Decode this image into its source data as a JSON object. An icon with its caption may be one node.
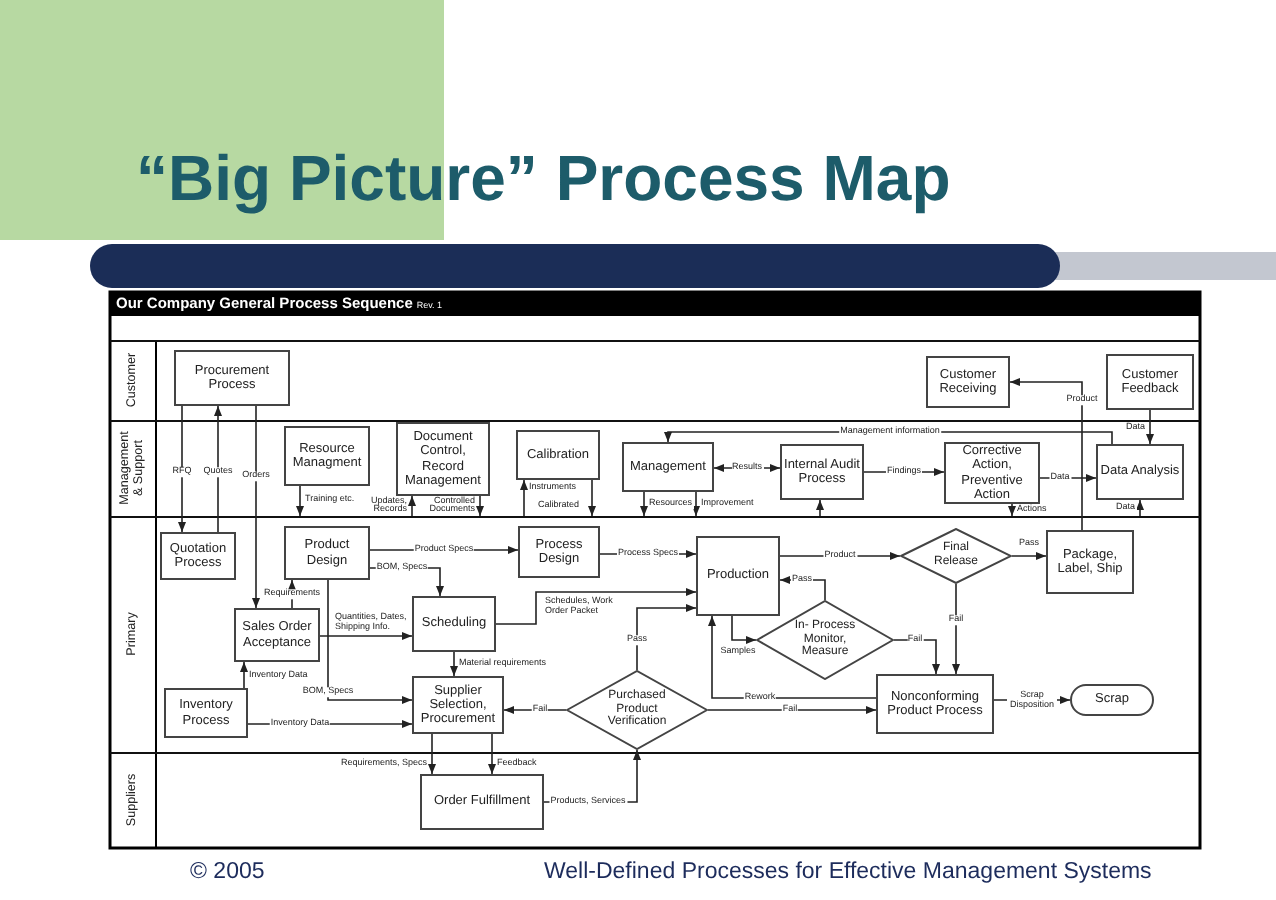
{
  "diagram": {
    "title": "“Big Picture” Process Map",
    "nodes": [
      {
        "text": [
          "Our Company General Process Sequence",
          "Rev. 1"
        ]
      },
      {
        "text": [
          "Customer"
        ]
      },
      {
        "text": [
          "Procurement Process"
        ],
        "in": 1
      },
      {
        "text": [
          "Customer Receiving"
        ],
        "in": 1
      },
      {
        "text": [
          "Customer Feedback"
        ],
        "in": 1
      },
      {
        "text": [
          "Management & Support"
        ]
      },
      {
        "text": [
          "Resource Managment"
        ],
        "in": 5
      },
      {
        "text": [
          "Document Control, Record Management"
        ],
        "in": 5
      },
      {
        "text": [
          "Calibration"
        ],
        "in": 5
      },
      {
        "text": [
          "Management"
        ],
        "in": 5
      },
      {
        "text": [
          "Internal Audit Process"
        ],
        "in": 5
      },
      {
        "text": [
          "Corrective Action, Preventive Action"
        ],
        "in": 5
      },
      {
        "text": [
          "Data Analysis"
        ],
        "in": 5
      },
      {
        "text": [
          "Primary"
        ]
      },
      {
        "text": [
          "Quotation Process"
        ],
        "in": 13
      },
      {
        "text": [
          "Product Design"
        ],
        "in": 13
      },
      {
        "text": [
          "Process Design"
        ],
        "in": 13
      },
      {
        "text": [
          "Production"
        ],
        "in": 13
      },
      {
        "text": [
          "Final Release"
        ],
        "in": 13
      },
      {
        "text": [
          "Package, Label, Ship"
        ],
        "in": 13
      },
      {
        "text": [
          "Sales Order Acceptance"
        ],
        "in": 13
      },
      {
        "text": [
          "Scheduling"
        ],
        "in": 13
      },
      {
        "text": [
          "In- Process Monitor, Measure"
        ],
        "in": 13
      },
      {
        "text": [
          "Inventory Process"
        ],
        "in": 13
      },
      {
        "text": [
          "Supplier Selection, Procurement"
        ],
        "in": 13
      },
      {
        "text": [
          "Purchased Product Verification"
        ],
        "in": 13
      },
      {
        "text": [
          "Nonconforming Product Process"
        ],
        "in": 13
      },
      {
        "text": [
          "Scrap"
        ],
        "in": 13
      },
      {
        "text": [
          "Suppliers"
        ]
      },
      {
        "text": [
          "Order Fulfillment"
        ],
        "in": 28
      }
    ],
    "edges": [
      {
        "from": 2,
        "to": 14,
        "arrow": "to",
        "label": "RFQ"
      },
      {
        "from": 14,
        "to": 2,
        "arrow": "to",
        "label": "Quotes"
      },
      {
        "from": 2,
        "to": 20,
        "arrow": "to",
        "label": "Orders"
      },
      {
        "from": 6,
        "to": 13,
        "arrow": "to",
        "label": "Training etc."
      },
      {
        "from": 13,
        "to": 7,
        "arrow": "to",
        "label": "Updates, Records"
      },
      {
        "from": 7,
        "to": 13,
        "arrow": "to",
        "label": "Controlled Documents"
      },
      {
        "from": 13,
        "to": 8,
        "arrow": "to",
        "label": "Instruments"
      },
      {
        "from": 8,
        "to": 13,
        "arrow": "to",
        "label": "Calibrated"
      },
      {
        "from": 9,
        "to": 13,
        "arrow": "to",
        "label": "Resources"
      },
      {
        "from": 9,
        "to": 13,
        "arrow": "to",
        "label": "Improvement"
      },
      {
        "from": 12,
        "to": 9,
        "arrow": "to",
        "label": "Management information"
      },
      {
        "from": 10,
        "to": 9,
        "arrow": "both",
        "label": "Results"
      },
      {
        "from": 13,
        "to": 10,
        "arrow": "to"
      },
      {
        "from": 10,
        "to": 11,
        "arrow": "to",
        "label": "Findings"
      },
      {
        "from": 11,
        "to": 12,
        "arrow": "to",
        "label": "Data"
      },
      {
        "from": 11,
        "to": 13,
        "arrow": "to",
        "label": "Actions"
      },
      {
        "from": 4,
        "to": 12,
        "arrow": "to",
        "label": "Data"
      },
      {
        "from": 13,
        "to": 12,
        "arrow": "to",
        "label": "Data"
      },
      {
        "from": 19,
        "to": 3,
        "arrow": "to",
        "label": "Product"
      },
      {
        "from": 15,
        "to": 16,
        "arrow": "to",
        "label": "Product Specs"
      },
      {
        "from": 15,
        "to": 21,
        "arrow": "to",
        "label": "BOM, Specs"
      },
      {
        "from": 20,
        "to": 15,
        "arrow": "to",
        "label": "Requirements"
      },
      {
        "from": 20,
        "to": 21,
        "arrow": "to",
        "label": "Quantities, Dates, Shipping Info."
      },
      {
        "from": 15,
        "to": 24,
        "arrow": "to",
        "label": "BOM, Specs"
      },
      {
        "from": 23,
        "to": 20,
        "arrow": "to",
        "label": "Inventory Data"
      },
      {
        "from": 23,
        "to": 24,
        "arrow": "to",
        "label": "Inventory Data"
      },
      {
        "from": 21,
        "to": 24,
        "arrow": "to",
        "label": "Material requirements"
      },
      {
        "from": 21,
        "to": 17,
        "arrow": "to",
        "label": "Schedules, Work Order Packet"
      },
      {
        "from": 16,
        "to": 17,
        "arrow": "to",
        "label": "Process Specs"
      },
      {
        "from": 25,
        "to": 17,
        "arrow": "to",
        "label": "Pass"
      },
      {
        "from": 25,
        "to": 24,
        "arrow": "to",
        "label": "Fail"
      },
      {
        "from": 29,
        "to": 25,
        "arrow": "to",
        "label": "Products, Services"
      },
      {
        "from": 24,
        "to": 29,
        "arrow": "to",
        "label": "Requirements, Specs"
      },
      {
        "from": 24,
        "to": 29,
        "arrow": "to",
        "label": "Feedback"
      },
      {
        "from": 17,
        "to": 18,
        "arrow": "to",
        "label": "Product"
      },
      {
        "from": 18,
        "to": 19,
        "arrow": "to",
        "label": "Pass"
      },
      {
        "from": 18,
        "to": 26,
        "arrow": "to",
        "label": "Fail"
      },
      {
        "from": 22,
        "to": 26,
        "arrow": "to",
        "label": "Fail"
      },
      {
        "from": 17,
        "to": 22,
        "arrow": "to",
        "label": "Samples"
      },
      {
        "from": 22,
        "to": 17,
        "arrow": "to",
        "label": "Pass"
      },
      {
        "from": 26,
        "to": 17,
        "arrow": "to",
        "label": "Rework"
      },
      {
        "from": 25,
        "to": 26,
        "arrow": "to",
        "label": "Fail"
      },
      {
        "from": 26,
        "to": 27,
        "arrow": "to",
        "label": "Scrap Disposition"
      }
    ],
    "labels": [
      "© 2005",
      "Well-Defined Processes for Effective Management Systems"
    ]
  }
}
